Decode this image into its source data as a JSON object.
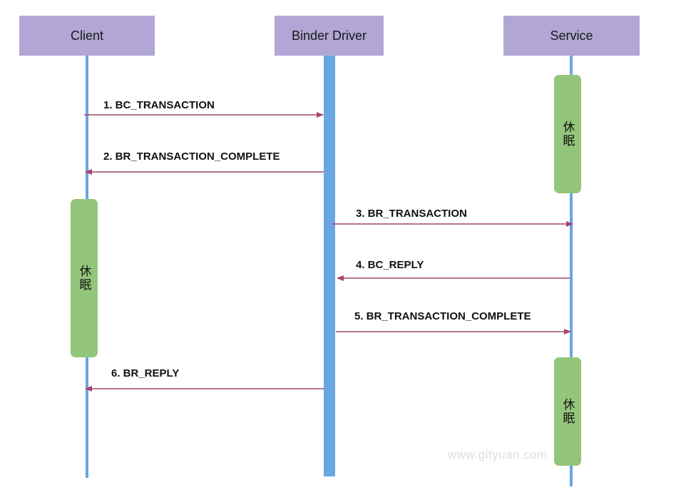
{
  "participants": {
    "client": "Client",
    "binder": "Binder Driver",
    "service": "Service"
  },
  "sleep_label": "休眠",
  "messages": [
    {
      "label": "1. BC_TRANSACTION",
      "from": "client",
      "to": "binder"
    },
    {
      "label": "2. BR_TRANSACTION_COMPLETE",
      "from": "binder",
      "to": "client"
    },
    {
      "label": "3. BR_TRANSACTION",
      "from": "binder",
      "to": "service"
    },
    {
      "label": "4. BC_REPLY",
      "from": "service",
      "to": "binder"
    },
    {
      "label": "5. BR_TRANSACTION_COMPLETE",
      "from": "binder",
      "to": "service"
    },
    {
      "label": "6. BR_REPLY",
      "from": "binder",
      "to": "client"
    }
  ],
  "watermark": "www.gityuan.com",
  "colors": {
    "participant_fill": "#b1a6d5",
    "lifeline": "#6aa6e0",
    "sleep_fill": "#93c57b",
    "arrow": "#a6456d"
  }
}
